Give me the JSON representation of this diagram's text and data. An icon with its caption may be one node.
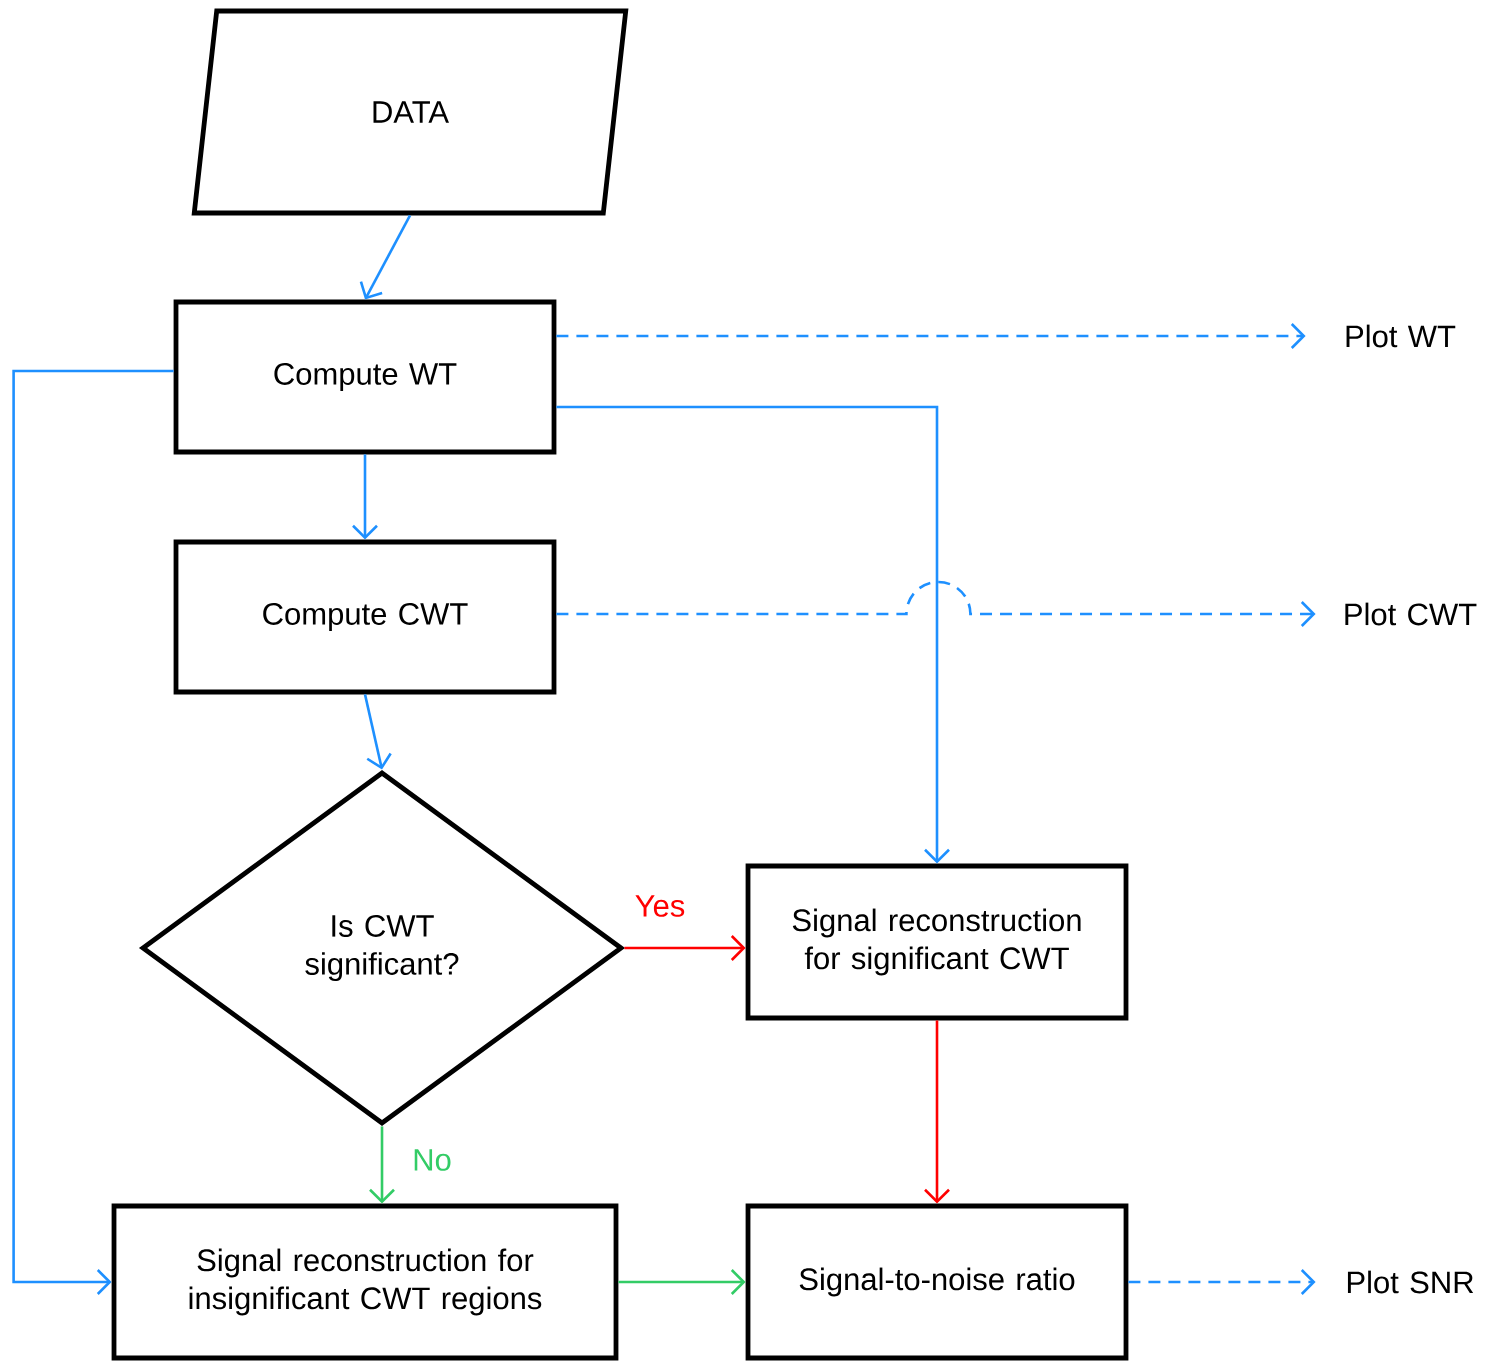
{
  "diagram": {
    "nodes": [
      {
        "text": [
          "DATA"
        ]
      },
      {
        "text": [
          "Compute WT"
        ]
      },
      {
        "text": [
          "Compute CWT"
        ]
      },
      {
        "text": [
          "Is CWT significant?"
        ]
      },
      {
        "text": [
          "Signal reconstruction for significant CWT"
        ]
      },
      {
        "text": [
          "Signal reconstruction for insignificant CWT regions"
        ]
      },
      {
        "text": [
          "Signal-to-noise ratio"
        ]
      },
      {
        "text": [
          "Plot WT"
        ]
      },
      {
        "text": [
          "Plot CWT"
        ]
      },
      {
        "text": [
          "Plot SNR"
        ]
      }
    ],
    "edges": [
      {
        "from": 0,
        "to": 1,
        "arrow": "to"
      },
      {
        "from": 1,
        "to": 2,
        "arrow": "to"
      },
      {
        "from": 2,
        "to": 3,
        "arrow": "to"
      },
      {
        "from": 1,
        "to": 4,
        "arrow": "to"
      },
      {
        "from": 1,
        "to": 5,
        "arrow": "to"
      },
      {
        "from": 3,
        "to": 4,
        "arrow": "to",
        "label": "Yes",
        "color": "#ff0000"
      },
      {
        "from": 3,
        "to": 5,
        "arrow": "to",
        "label": "No",
        "color": "#33cc66"
      },
      {
        "from": 4,
        "to": 6,
        "arrow": "to",
        "color": "#ff0000"
      },
      {
        "from": 5,
        "to": 6,
        "arrow": "to",
        "color": "#33cc66"
      },
      {
        "from": 1,
        "to": 7,
        "arrow": "to",
        "style": "dashed"
      },
      {
        "from": 2,
        "to": 8,
        "arrow": "to",
        "style": "dashed"
      },
      {
        "from": 6,
        "to": 9,
        "arrow": "to",
        "style": "dashed"
      }
    ]
  }
}
